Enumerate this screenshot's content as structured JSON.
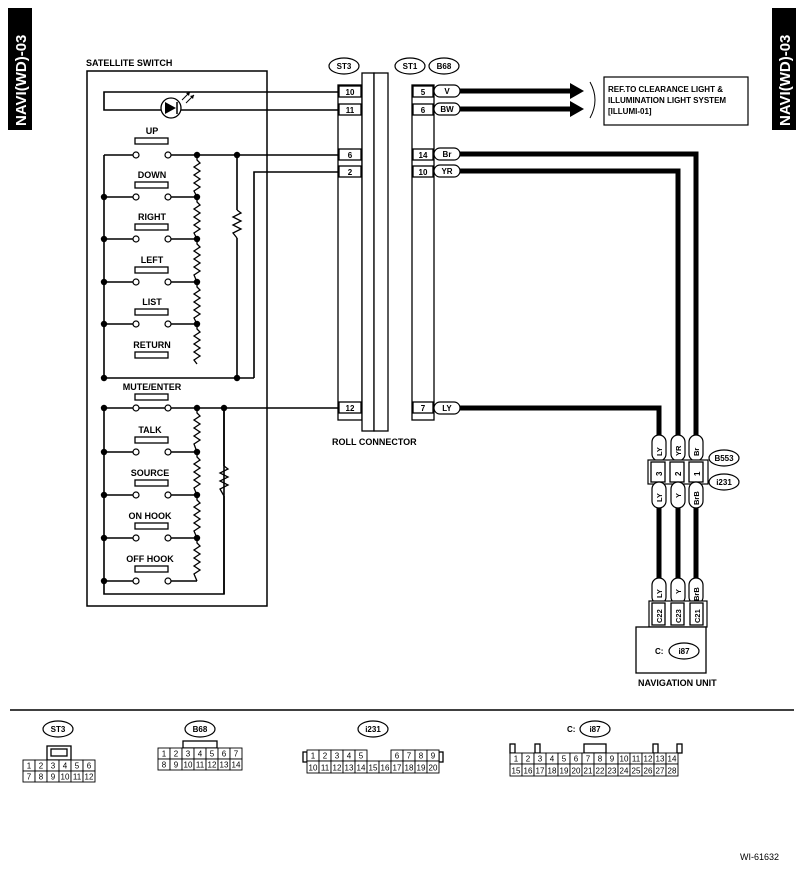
{
  "page": {
    "side_tag": "NAVI(WD)-03",
    "figure_id": "WI-61632"
  },
  "switch": {
    "title": "SATELLITE SWITCH",
    "buttons_group1": [
      "UP",
      "DOWN",
      "RIGHT",
      "LEFT",
      "LIST",
      "RETURN"
    ],
    "buttons_group2": [
      "MUTE/ENTER",
      "TALK",
      "SOURCE",
      "ON HOOK",
      "OFF HOOK"
    ]
  },
  "connectors": {
    "st3": "ST3",
    "st1": "ST1",
    "b68": "B68",
    "b553": "B553",
    "i231": "i231",
    "i87": "i87",
    "c_prefix": "C:"
  },
  "roll_connector": "ROLL CONNECTOR",
  "nav_unit": "NAVIGATION UNIT",
  "ref_box": {
    "line1": "REF.TO CLEARANCE LIGHT &",
    "line2": "ILLUMINATION LIGHT SYSTEM",
    "line3": "[ILLUMI-01]"
  },
  "st3_pins": [
    "10",
    "11",
    "6",
    "2",
    "12"
  ],
  "b68_pins": [
    "5",
    "6",
    "14",
    "10",
    "7"
  ],
  "wire_colors": [
    "V",
    "BW",
    "Br",
    "YR",
    "LY"
  ],
  "b553": {
    "top_colors": [
      "LY",
      "YR",
      "Br"
    ],
    "pins": [
      "3",
      "2",
      "1"
    ],
    "bottom_colors": [
      "LY",
      "Y",
      "BrB"
    ]
  },
  "nav_pins": {
    "colors": [
      "LY",
      "Y",
      "BrB"
    ],
    "pins": [
      "C22",
      "C23",
      "C21"
    ]
  },
  "legend": {
    "st3": {
      "row1": [
        "1",
        "2",
        "3",
        "4",
        "5",
        "6"
      ],
      "row2": [
        "7",
        "8",
        "9",
        "10",
        "11",
        "12"
      ]
    },
    "b68": {
      "row1": [
        "1",
        "2",
        "3",
        "4",
        "5",
        "6",
        "7"
      ],
      "row2": [
        "8",
        "9",
        "10",
        "11",
        "12",
        "13",
        "14"
      ]
    },
    "i231": {
      "row1a": [
        "1",
        "2",
        "3",
        "4",
        "5"
      ],
      "row1b": [
        "6",
        "7",
        "8",
        "9"
      ],
      "row2": [
        "10",
        "11",
        "12",
        "13",
        "14",
        "15",
        "16",
        "17",
        "18",
        "19",
        "20"
      ]
    },
    "i87": {
      "row1a": [
        "1",
        "2",
        "3",
        "4",
        "5",
        "6",
        "7"
      ],
      "row1b": [
        "8",
        "9",
        "10",
        "11",
        "12",
        "13",
        "14"
      ],
      "row2": [
        "15",
        "16",
        "17",
        "18",
        "19",
        "20",
        "21",
        "22",
        "23",
        "24",
        "25",
        "26",
        "27",
        "28"
      ]
    }
  }
}
